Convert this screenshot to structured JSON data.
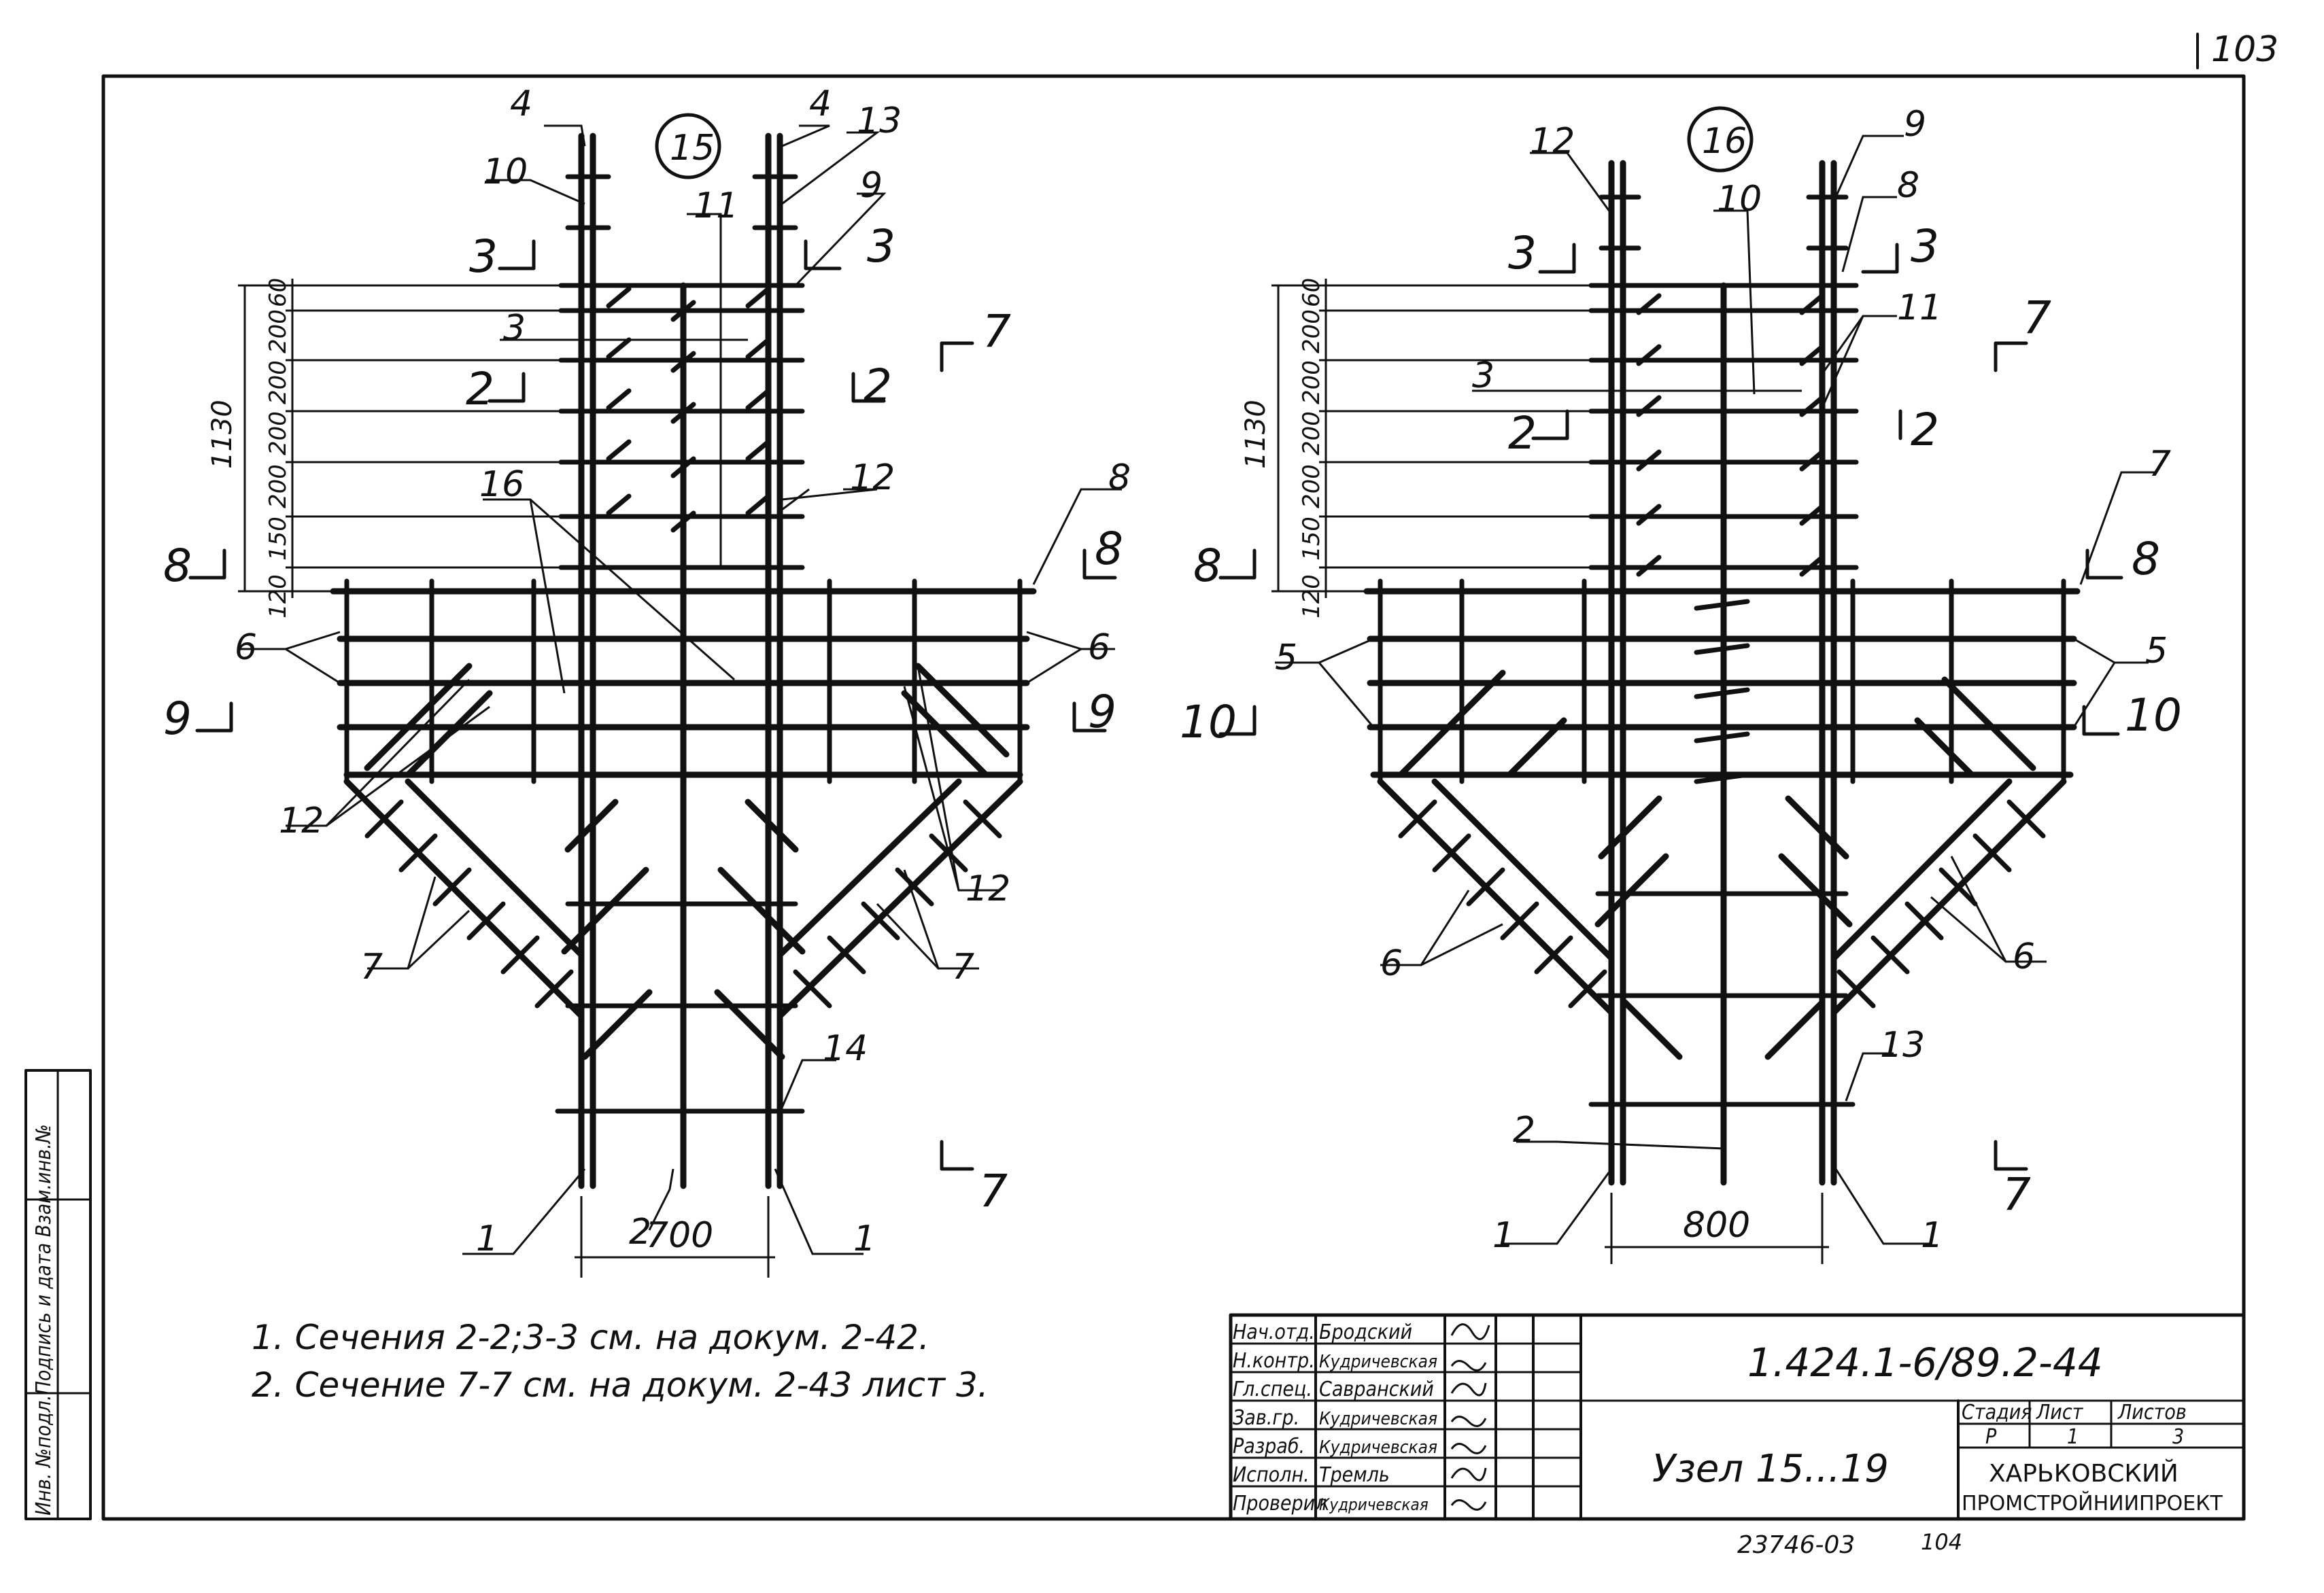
{
  "sheet_number_top": "103",
  "node_a": {
    "id": "15",
    "callouts": [
      "4",
      "4",
      "13",
      "10",
      "11",
      "9",
      "3",
      "12",
      "16",
      "8",
      "6",
      "6",
      "12",
      "12",
      "7",
      "7",
      "14",
      "2",
      "1",
      "1"
    ],
    "dims": [
      "60",
      "200",
      "200",
      "200",
      "200",
      "150",
      "120"
    ],
    "total_height": "1130",
    "width_dim": "700",
    "sections": {
      "s3l": "3",
      "s3r": "3",
      "s2l": "2",
      "s2r": "2",
      "s8l": "8",
      "s8r": "8",
      "s9l": "9",
      "s9r": "9",
      "s7t": "7",
      "s7b": "7"
    }
  },
  "node_b": {
    "id": "16",
    "callouts": [
      "12",
      "9",
      "10",
      "8",
      "11",
      "3",
      "7",
      "5",
      "5",
      "6",
      "6",
      "13",
      "2",
      "1",
      "1"
    ],
    "dims": [
      "60",
      "200",
      "200",
      "200",
      "200",
      "150",
      "120"
    ],
    "total_height": "1130",
    "width_dim": "800",
    "sections": {
      "s3l": "3",
      "s3r": "3",
      "s2l": "2",
      "s2r": "2",
      "s8l": "8",
      "s8r": "8",
      "s10l": "10",
      "s10r": "10",
      "s7t": "7",
      "s7b": "7"
    }
  },
  "notes": [
    "1. Сечения 2-2;3-3 см. на докум. 2-42.",
    "2. Сечение 7-7 см. на докум. 2-43 лист 3."
  ],
  "side_stamp": "Инв. №подл.Подпись и дата Взам.инв.№",
  "title_block": {
    "roles": [
      "Нач.отд.",
      "Н.контр.",
      "Гл.спец.",
      "Зав.гр.",
      "Разраб.",
      "Исполн.",
      "Проверил"
    ],
    "names": [
      "Бродский",
      "Кудричевская",
      "Савранский",
      "Кудричевская",
      "Кудричевская",
      "Тремль",
      "Кудричевская"
    ],
    "doc_code": "1.424.1-6/89.2-44",
    "title": "Узел 15...19",
    "stage_label": "Стадия",
    "sheet_label": "Лист",
    "sheets_label": "Листов",
    "stage": "Р",
    "sheet": "1",
    "sheets": "3",
    "org_line1": "ХАРЬКОВСКИЙ",
    "org_line2": "ПРОМСТРОЙНИИПРОЕКТ"
  },
  "footer": {
    "copy_no": "23746-03",
    "page": "104"
  }
}
